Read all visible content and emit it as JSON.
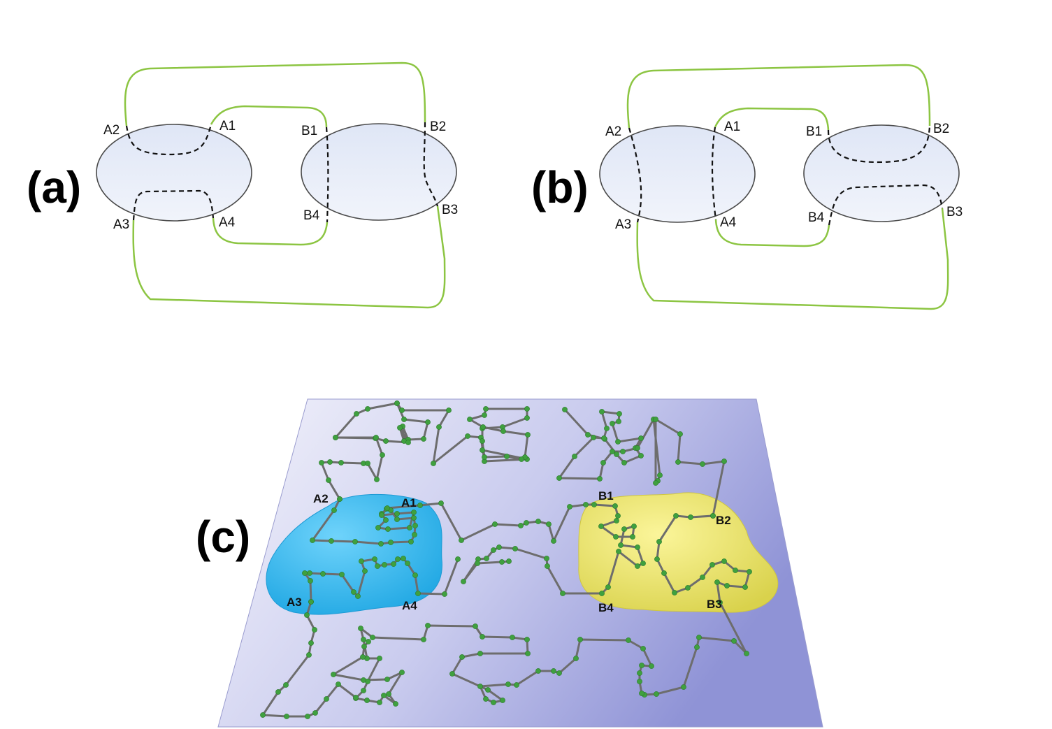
{
  "panels": {
    "a": {
      "label": "(a)",
      "points": [
        "A1",
        "A2",
        "A3",
        "A4",
        "B1",
        "B2",
        "B3",
        "B4"
      ]
    },
    "b": {
      "label": "(b)",
      "points": [
        "A1",
        "A2",
        "A3",
        "A4",
        "B1",
        "B2",
        "B3",
        "B4"
      ]
    },
    "c": {
      "label": "(c)",
      "points": [
        "A1",
        "A2",
        "A3",
        "A4",
        "B1",
        "B2",
        "B3",
        "B4"
      ]
    }
  },
  "colors": {
    "loop": "#8cc542",
    "region_a": "#3ec1f2",
    "region_b": "#f2ec6e",
    "bead": "#3fa03f",
    "plane": "#b9bde8"
  }
}
